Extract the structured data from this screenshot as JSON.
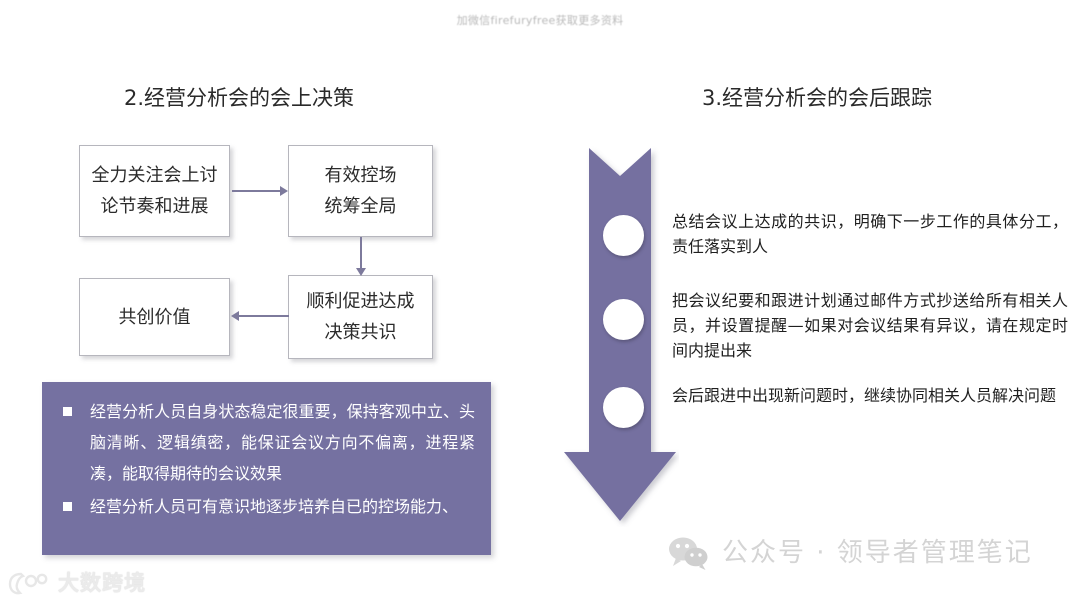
{
  "page": {
    "top_watermark": "加微信firefuryfree获取更多资料"
  },
  "left_section": {
    "title": "2.经营分析会的会上决策",
    "flow": {
      "box_a": {
        "name": "focus-box",
        "lines": [
          "全力关注会上讨",
          "论节奏和进展"
        ]
      },
      "box_b": {
        "name": "control-box",
        "lines": [
          "有效控场",
          "统筹全局"
        ]
      },
      "box_c": {
        "name": "value-box",
        "lines": [
          "共创价值"
        ]
      },
      "box_d": {
        "name": "consensus-box",
        "lines": [
          "顺利促进达成",
          "决策共识"
        ]
      }
    },
    "note_panel": {
      "bullet_marker": "■",
      "items": [
        "经营分析人员自身状态稳定很重要，保持客观中立、头脑清晰、逻辑缜密，能保证会议方向不偏离，进程紧凑，能取得期待的会议效果",
        "经营分析人员可有意识地逐步培养自已的控场能力、"
      ]
    }
  },
  "right_section": {
    "title": "3.经营分析会的会后跟踪",
    "steps": [
      "总结会议上达成的共识，明确下一步工作的具体分工，责任落实到人",
      "把会议纪要和跟进计划通过邮件方式抄送给所有相关人员，并设置提醒—如果对会议结果有异议，请在规定时间内提出来",
      "会后跟进中出现新问题时，继续协同相关人员解决问题"
    ]
  },
  "footer": {
    "wechat_brand": "公众号 · 领导者管理笔记",
    "corner_logo_text": "大数跨境"
  },
  "colors": {
    "purple": "#7571a1",
    "purple_arrow": "#7570a0",
    "connector": "#7d7a9c",
    "box_border": "#b6b6bd",
    "text": "#231f20",
    "footer_gray": "#d4d4d4"
  }
}
